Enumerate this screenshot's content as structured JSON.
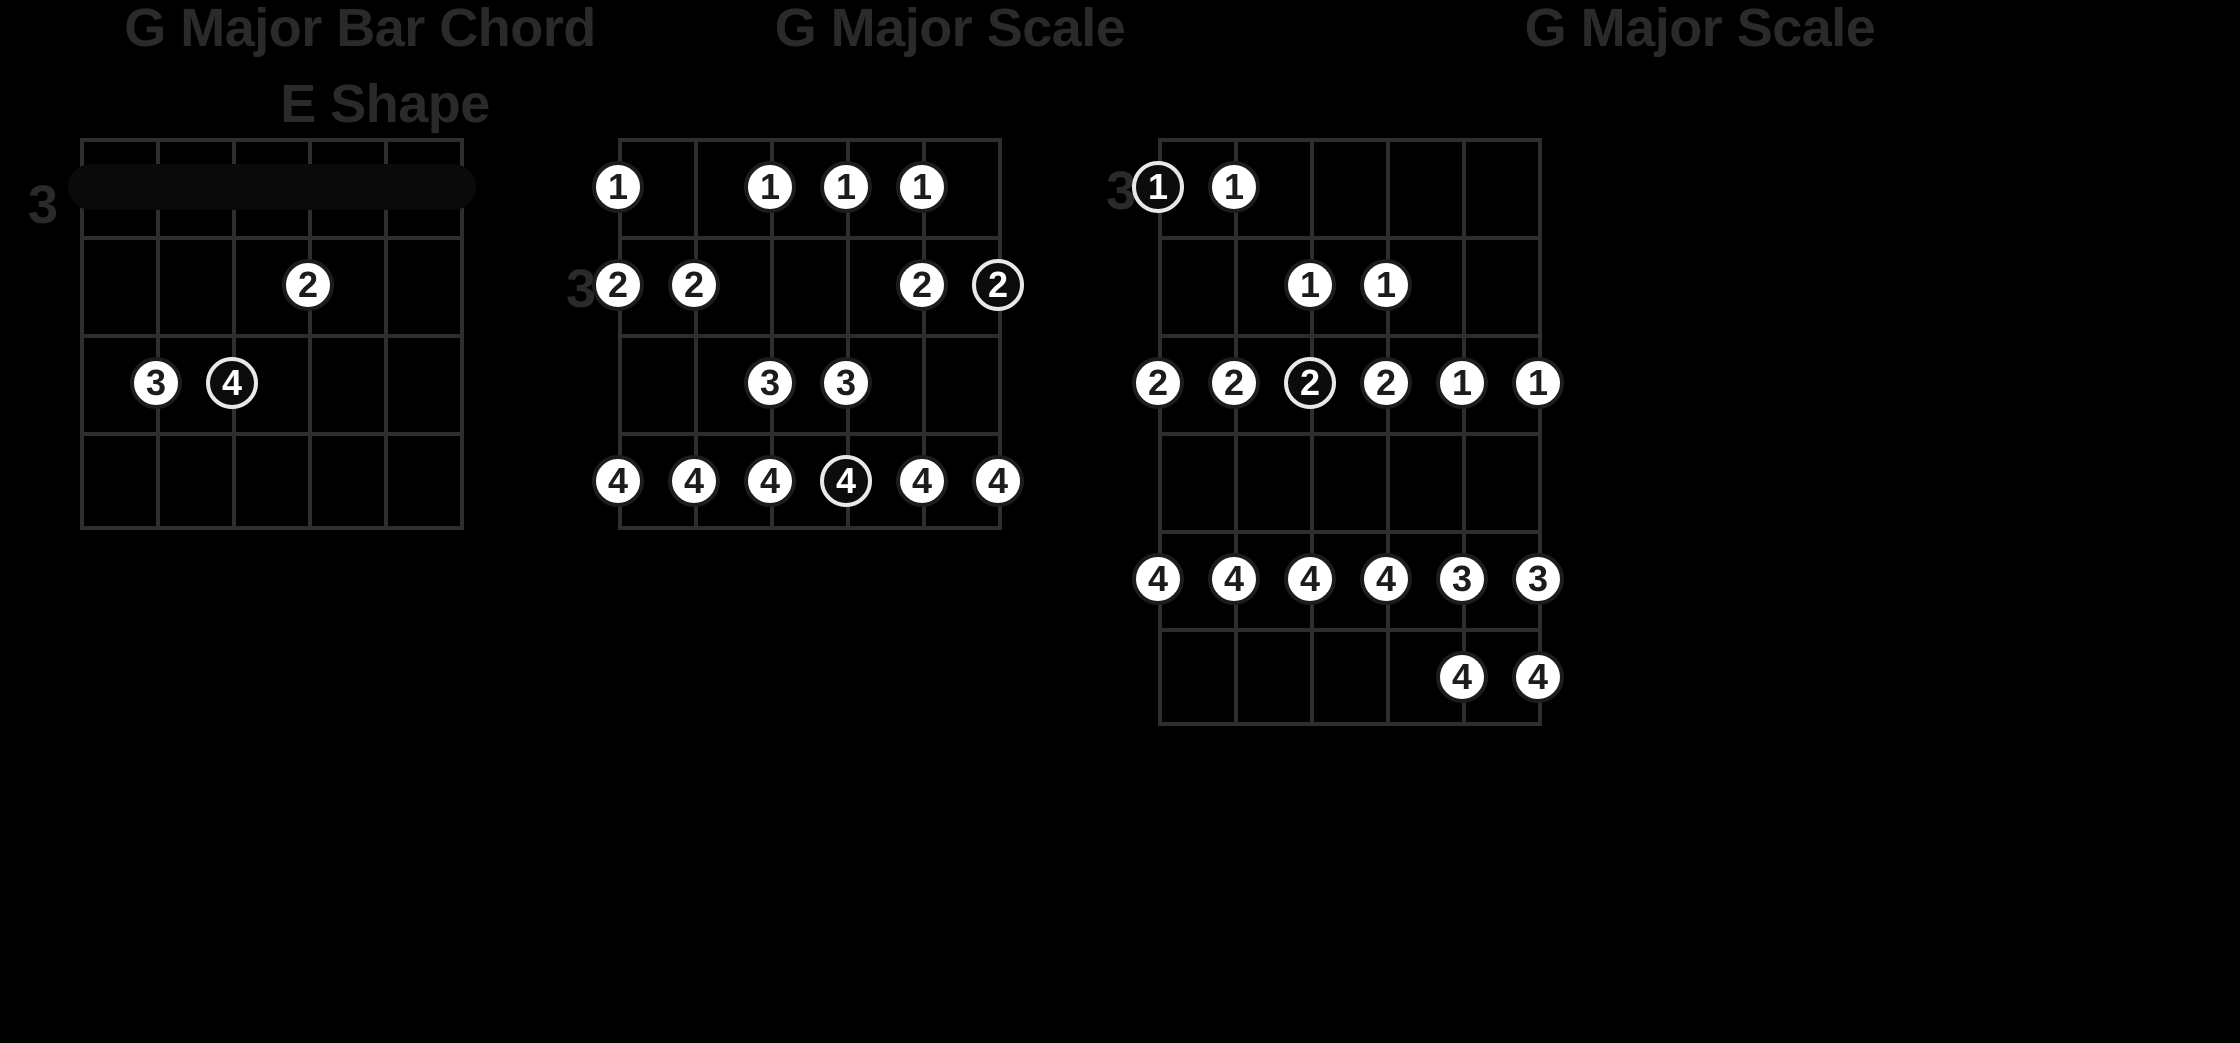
{
  "background_color": "#000000",
  "palette": {
    "grid_line": "#2e2e2e",
    "title_text": "#2a2a2a",
    "dot_fill": "#ffffff",
    "dot_text": "#1c1c1c",
    "root_dot_fill": "#0c0c0c",
    "root_dot_text": "#ffffff",
    "root_dot_ring": "#e8e8e8",
    "barre_fill": "#0a0a0a"
  },
  "diagrams": [
    {
      "id": "g-major-bar-chord-e-shape",
      "title_line1": "G Major Bar Chord",
      "title_line2": "E Shape",
      "start_fret_label": "3",
      "strings": 6,
      "frets": 4,
      "barre": {
        "fret": 1,
        "from_string": 1,
        "to_string": 6
      },
      "dots": [
        {
          "string": 4,
          "fret": 2,
          "finger": "2",
          "root": false
        },
        {
          "string": 2,
          "fret": 3,
          "finger": "3",
          "root": false
        },
        {
          "string": 3,
          "fret": 3,
          "finger": "4",
          "root": true
        }
      ]
    },
    {
      "id": "g-major-scale-position-1",
      "title_line1": "G Major Scale",
      "title_line2": "",
      "start_fret_label": "3",
      "strings": 6,
      "frets": 4,
      "barre": null,
      "dots": [
        {
          "string": 2,
          "fret": 1,
          "finger": "1",
          "root": false
        },
        {
          "string": 3,
          "fret": 1,
          "finger": "1",
          "root": false
        },
        {
          "string": 4,
          "fret": 1,
          "finger": "1",
          "root": false
        },
        {
          "string": 6,
          "fret": 1,
          "finger": "1",
          "root": false
        },
        {
          "string": 1,
          "fret": 2,
          "finger": "2",
          "root": true
        },
        {
          "string": 2,
          "fret": 2,
          "finger": "2",
          "root": false
        },
        {
          "string": 5,
          "fret": 2,
          "finger": "2",
          "root": false
        },
        {
          "string": 6,
          "fret": 2,
          "finger": "2",
          "root": false
        },
        {
          "string": 3,
          "fret": 3,
          "finger": "3",
          "root": false
        },
        {
          "string": 4,
          "fret": 3,
          "finger": "3",
          "root": false
        },
        {
          "string": 1,
          "fret": 4,
          "finger": "4",
          "root": false
        },
        {
          "string": 2,
          "fret": 4,
          "finger": "4",
          "root": false
        },
        {
          "string": 3,
          "fret": 4,
          "finger": "4",
          "root": true
        },
        {
          "string": 4,
          "fret": 4,
          "finger": "4",
          "root": false
        },
        {
          "string": 5,
          "fret": 4,
          "finger": "4",
          "root": false
        },
        {
          "string": 6,
          "fret": 4,
          "finger": "4",
          "root": false
        }
      ]
    },
    {
      "id": "g-major-scale-position-2",
      "title_line1": "G Major Scale",
      "title_line2": "",
      "start_fret_label": "3",
      "strings": 6,
      "frets": 6,
      "barre": null,
      "dots": [
        {
          "string": 1,
          "fret": 1,
          "finger": "1",
          "root": true
        },
        {
          "string": 2,
          "fret": 1,
          "finger": "1",
          "root": false
        },
        {
          "string": 4,
          "fret": 2,
          "finger": "1",
          "root": false
        },
        {
          "string": 5,
          "fret": 2,
          "finger": "1",
          "root": false
        },
        {
          "string": 1,
          "fret": 3,
          "finger": "2",
          "root": false
        },
        {
          "string": 2,
          "fret": 3,
          "finger": "2",
          "root": false
        },
        {
          "string": 3,
          "fret": 3,
          "finger": "2",
          "root": true
        },
        {
          "string": 4,
          "fret": 3,
          "finger": "2",
          "root": false
        },
        {
          "string": 5,
          "fret": 3,
          "finger": "1",
          "root": false
        },
        {
          "string": 6,
          "fret": 3,
          "finger": "1",
          "root": false
        },
        {
          "string": 1,
          "fret": 5,
          "finger": "4",
          "root": false
        },
        {
          "string": 2,
          "fret": 5,
          "finger": "4",
          "root": false
        },
        {
          "string": 3,
          "fret": 5,
          "finger": "4",
          "root": false
        },
        {
          "string": 4,
          "fret": 5,
          "finger": "4",
          "root": false
        },
        {
          "string": 5,
          "fret": 5,
          "finger": "3",
          "root": false
        },
        {
          "string": 6,
          "fret": 5,
          "finger": "3",
          "root": false
        },
        {
          "string": 5,
          "fret": 6,
          "finger": "4",
          "root": false
        },
        {
          "string": 6,
          "fret": 6,
          "finger": "4",
          "root": false
        }
      ]
    }
  ]
}
